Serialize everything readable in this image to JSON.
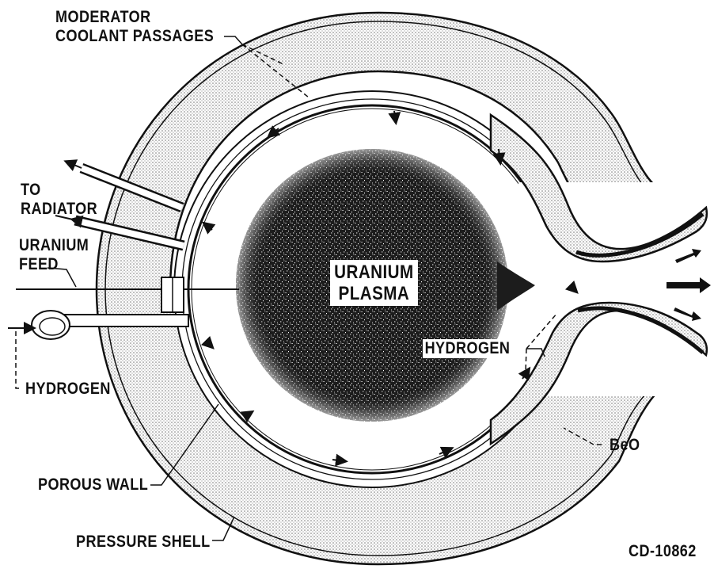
{
  "labels": {
    "moderator_line1": "MODERATOR",
    "moderator_line2": "COOLANT PASSAGES",
    "to_radiator_line1": "TO",
    "to_radiator_line2": "RADIATOR",
    "uranium_feed_line1": "URANIUM",
    "uranium_feed_line2": "FEED",
    "hydrogen_inlet": "HYDROGEN",
    "porous_wall": "POROUS WALL",
    "pressure_shell": "PRESSURE SHELL",
    "plasma_line1": "URANIUM",
    "plasma_line2": "PLASMA",
    "hydrogen_flow": "HYDROGEN",
    "beo": "BeO",
    "figure_code": "CD-10862"
  },
  "colors": {
    "ink": "#111111",
    "background": "#ffffff",
    "moderator_fill": "#e8e8e8"
  },
  "icons": [
    "pump-icon",
    "exhaust-arrow-icon",
    "flow-arrow-icon"
  ]
}
